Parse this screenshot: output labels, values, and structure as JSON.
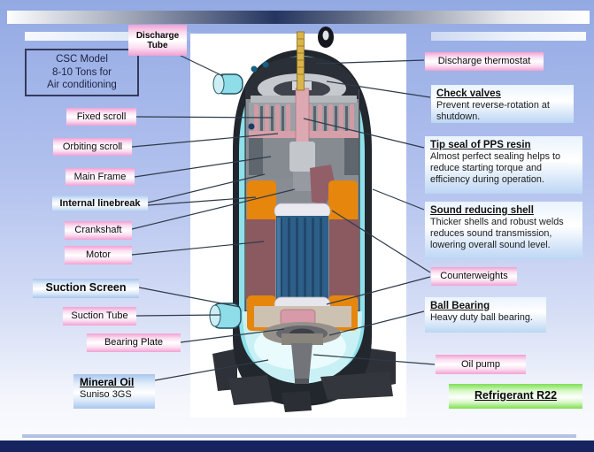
{
  "title_box": {
    "text": "CSC Model\n8-10 Tons for\nAir conditioning"
  },
  "labels": {
    "discharge_tube": "Discharge\nTube",
    "fixed_scroll": "Fixed scroll",
    "orbiting_scroll": "Orbiting scroll",
    "main_frame": "Main Frame",
    "internal_linebreak": "Internal linebreak",
    "crankshaft": "Crankshaft",
    "motor": "Motor",
    "suction_screen": "Suction Screen",
    "suction_tube": "Suction Tube",
    "bearing_plate": "Bearing Plate",
    "mineral_oil_title": "Mineral Oil",
    "mineral_oil_subtitle": "Suniso 3GS",
    "discharge_thermostat": "Discharge thermostat",
    "counterweights": "Counterweights",
    "oil_pump": "Oil pump",
    "refrigerant": "Refrigerant R22"
  },
  "callouts": {
    "check_valves": {
      "title": "Check valves",
      "body": "Prevent reverse-rotation at shutdown."
    },
    "tip_seal": {
      "title": "Tip seal of PPS resin",
      "body": "Almost perfect sealing helps to reduce starting torque and efficiency during operation."
    },
    "sound_shell": {
      "title": "Sound reducing shell",
      "body": "Thicker shells and robust welds reduces sound transmission, lowering overall sound level."
    },
    "ball_bearing": {
      "title": "Ball Bearing",
      "body": "Heavy duty ball bearing."
    }
  },
  "colors": {
    "pink_label": "#f2a0d2",
    "blue_label": "#a9c6ee",
    "green_label": "#7ddf52",
    "navy_bar": "#15235f",
    "background_top": "#9fb3e8",
    "shell_dark": "#22262d",
    "shell_cyan": "#8ee0ea",
    "motor_orange": "#e6860c",
    "rotor_blue": "#2e5f88",
    "stator_mauve": "#8a5a60",
    "crankshaft_pink": "#dca8b2",
    "bolt_gold": "#d9b54e"
  }
}
